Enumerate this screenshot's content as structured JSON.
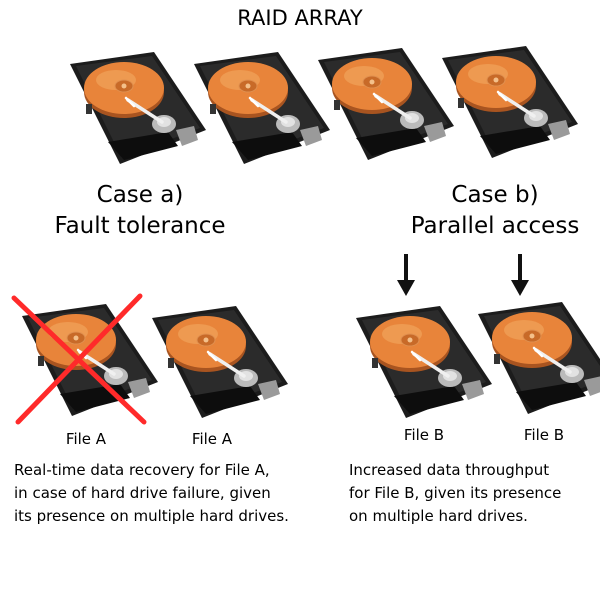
{
  "title": "RAID ARRAY",
  "case_a": {
    "heading_line1": "Case a)",
    "heading_line2": "Fault tolerance",
    "drives": [
      {
        "label": "File A",
        "failed": true
      },
      {
        "label": "File A",
        "failed": false
      }
    ],
    "caption": [
      "Real-time data recovery for File A,",
      "in case of hard drive failure, given",
      "its presence on multiple hard drives."
    ]
  },
  "case_b": {
    "heading_line1": "Case b)",
    "heading_line2": "Parallel access",
    "drives": [
      {
        "label": "File B",
        "accessed": true
      },
      {
        "label": "File B",
        "accessed": true
      }
    ],
    "caption": [
      "Increased data throughput",
      "for File B, given its presence",
      "on multiple hard drives."
    ]
  },
  "colors": {
    "platter": "#e8843a",
    "drive_body": "#1c1c1c",
    "failure_cross": "#ff2a2a",
    "arrow": "#111111"
  }
}
